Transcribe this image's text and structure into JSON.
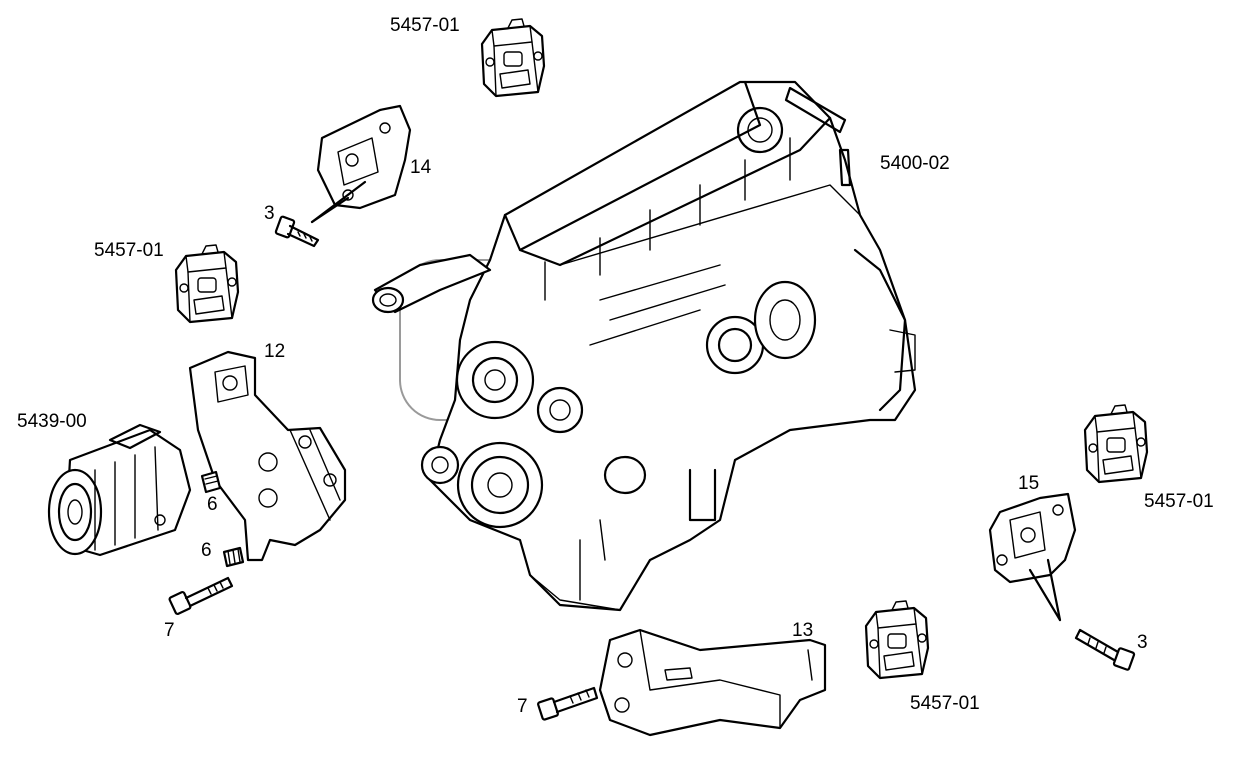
{
  "labels": {
    "mount_top": "5457-01",
    "mount_left": "5457-01",
    "mount_right": "5457-01",
    "mount_bottom": "5457-01",
    "engine": "5400-02",
    "compressor": "5439-00",
    "bracket_14": "14",
    "bracket_12": "12",
    "bracket_13": "13",
    "bracket_15": "15",
    "bolt_3_left": "3",
    "bolt_3_right": "3",
    "stud_6_upper": "6",
    "stud_6_lower": "6",
    "bolt_7_left": "7",
    "bolt_7_bottom": "7"
  }
}
